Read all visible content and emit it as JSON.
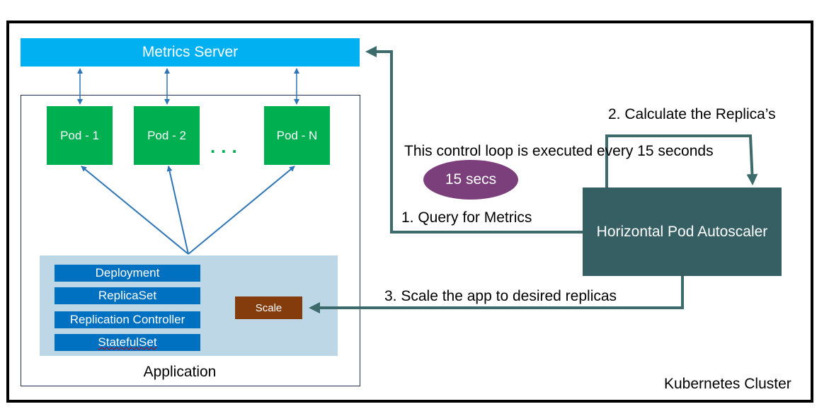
{
  "diagram": {
    "metrics_server": "Metrics Server",
    "pods": [
      "Pod - 1",
      "Pod - 2",
      "Pod - N"
    ],
    "pod_ellipsis": "...",
    "controllers": [
      "Deployment",
      "ReplicaSet",
      "Replication Controller",
      "StatefulSet"
    ],
    "scale_label": "Scale",
    "application_label": "Application",
    "hpa_label": "Horizontal Pod Autoscaler",
    "timer_label": "15 secs",
    "loop_note": "This control loop is executed every 15 seconds",
    "step1": "1. Query for Metrics",
    "step2": "2. Calculate the Replica’s",
    "step3": "3. Scale the app to desired replicas",
    "cluster_label": "Kubernetes Cluster"
  },
  "colors": {
    "metrics_server": "#00b0f0",
    "pod": "#00b050",
    "controller": "#0070c0",
    "controller_panel": "#bdd7e7",
    "scale": "#843c0c",
    "hpa": "#355f63",
    "timer": "#7b3f7b",
    "connector": "#3d6b6b",
    "pod_link": "#2e75b6"
  }
}
